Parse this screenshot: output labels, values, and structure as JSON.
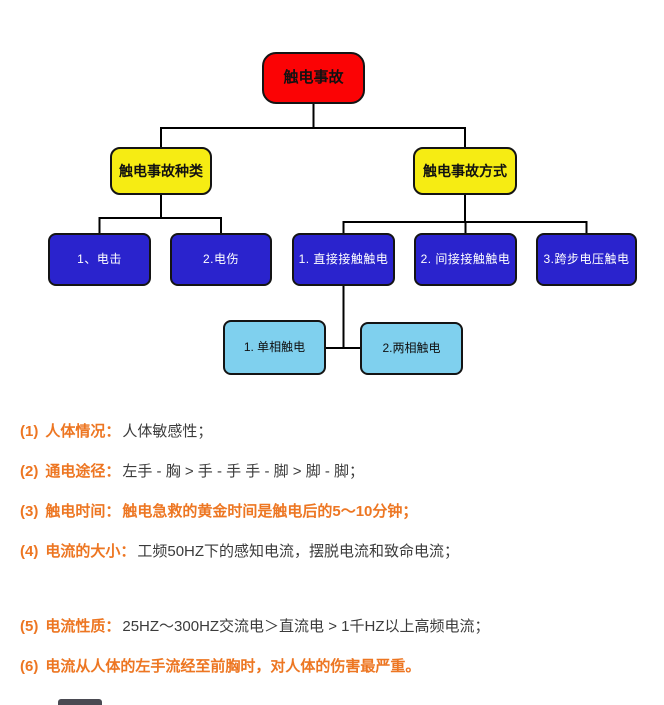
{
  "diagram": {
    "root": {
      "label": "触电事故"
    },
    "branches": [
      {
        "label": "触电事故种类"
      },
      {
        "label": "触电事故方式"
      }
    ],
    "types": [
      {
        "label": "1、电击"
      },
      {
        "label": "2.电伤"
      }
    ],
    "modes": [
      {
        "label": "1. 直接接触触电"
      },
      {
        "label": "2. 间接接触触电"
      },
      {
        "label": "3.跨步电压触电"
      }
    ],
    "direct_contact_sub": [
      {
        "label": "1. 单相触电"
      },
      {
        "label": "2.两相触电"
      }
    ],
    "colors": {
      "root_bg": "#fb0305",
      "branch_bg": "#f6ec13",
      "mode_bg": "#2a23cd",
      "sub_bg": "#7fd0ee",
      "line": "#000000"
    }
  },
  "notes": {
    "accent_color": "#ed7622",
    "items": [
      {
        "num": "(1)",
        "label": "人体情况：",
        "text": "人体敏感性；"
      },
      {
        "num": "(2)",
        "label": "通电途径：",
        "text": "左手 - 胸 > 手 - 手  手 - 脚 > 脚 - 脚；"
      },
      {
        "num": "(3)",
        "label": "触电时间：",
        "text": "触电急救的黄金时间是触电后的5～10分钟；"
      },
      {
        "num": "(4)",
        "label": "电流的大小：",
        "text": "工频50HZ下的感知电流，摆脱电流和致命电流；"
      },
      {
        "num": "(5)",
        "label": "电流性质：",
        "text": "25HZ～300HZ交流电＞直流电 > 1千HZ以上高频电流；"
      },
      {
        "num": "(6)",
        "label": "",
        "text": "电流从人体的左手流经至前胸时，对人体的伤害最严重。"
      }
    ]
  }
}
